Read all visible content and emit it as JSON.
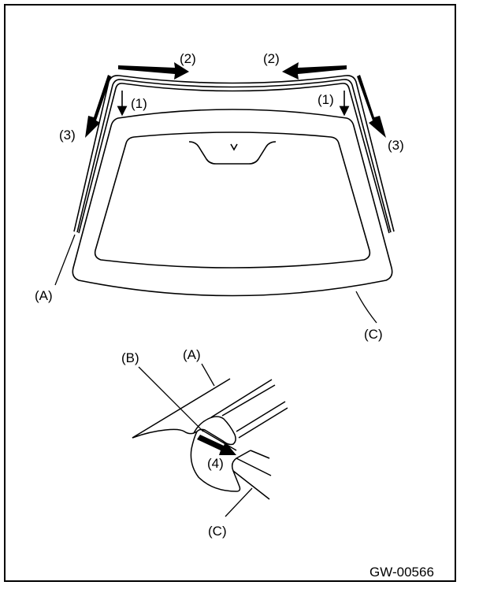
{
  "labels": {
    "step1": "(1)",
    "step2": "(2)",
    "step3": "(3)",
    "step4": "(4)",
    "part_a": "(A)",
    "part_b": "(B)",
    "part_c": "(C)"
  },
  "figure_code": "GW-00566",
  "colors": {
    "line": "#000000",
    "background": "#ffffff",
    "arrow_fill": "#000000"
  }
}
